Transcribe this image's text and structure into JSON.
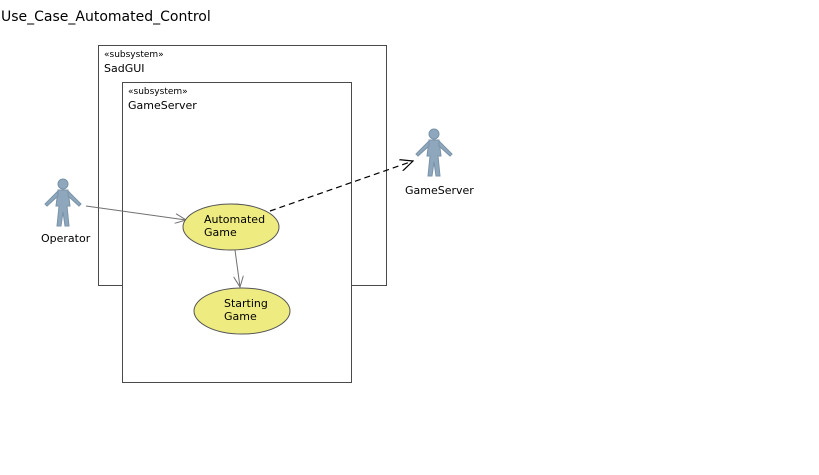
{
  "diagram": {
    "title": "Use_Case_Automated_Control",
    "subsystems": [
      {
        "stereotype": "«subsystem»",
        "name": "SadGUI"
      },
      {
        "stereotype": "«subsystem»",
        "name": "GameServer"
      }
    ],
    "actors": [
      {
        "name": "Operator"
      },
      {
        "name": "GameServer"
      }
    ],
    "use_cases": [
      {
        "line1": "Automated",
        "line2": "Game"
      },
      {
        "line1": "Starting",
        "line2": "Game"
      }
    ]
  },
  "colors": {
    "actor_fill": "#8ea7bc",
    "usecase_fill": "#eeec80",
    "usecase_stroke": "#555555",
    "border": "#4a4a4a",
    "arrow": "#707070"
  }
}
